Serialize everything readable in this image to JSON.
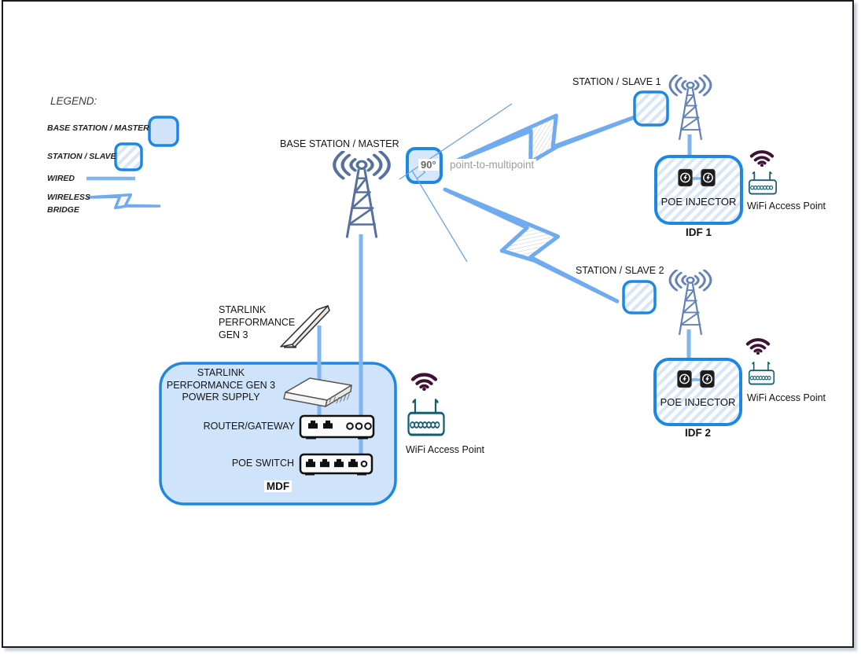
{
  "legend": {
    "title": "LEGEND:",
    "items": [
      {
        "label": "BASE STATION / MASTER",
        "symbol": "base-station-square"
      },
      {
        "label": "STATION / SLAVE",
        "symbol": "hatched-station-square"
      },
      {
        "label": "WIRED",
        "symbol": "blue-line"
      },
      {
        "label": "WIRELESS\nBRIDGE",
        "symbol": "lightning-bolt"
      }
    ]
  },
  "base_station": {
    "label": "BASE STATION / MASTER"
  },
  "annotation": {
    "angle": "90°",
    "link_label": "point-to-multipoint"
  },
  "stations": [
    {
      "label": "STATION / SLAVE 1",
      "idf": {
        "device_label": "POE INJECTOR",
        "name": "IDF 1"
      },
      "wifi_ap_label": "WiFi Access Point"
    },
    {
      "label": "STATION / SLAVE 2",
      "idf": {
        "device_label": "POE INJECTOR",
        "name": "IDF 2"
      },
      "wifi_ap_label": "WiFi Access Point"
    }
  ],
  "mdf": {
    "name": "MDF",
    "power_supply_label": "STARLINK\nPERFORMANCE GEN 3\nPOWER SUPPLY",
    "router_label": "ROUTER/GATEWAY",
    "switch_label": "POE SWITCH",
    "wifi_ap_label": "WiFi Access Point"
  },
  "dish": {
    "label": "STARLINK\nPERFORMANCE\nGEN 3"
  },
  "icons": [
    "radio-tower-icon",
    "wifi-icon",
    "access-point-icon",
    "poe-port-icon",
    "ethernet-port-icon",
    "lightning-bolt-icon",
    "starlink-dish-icon"
  ],
  "colors": {
    "accent_blue": "#1d87e4",
    "fill_blue": "#cfe3fa",
    "wire_blue": "#7fb5f3",
    "bolt_blue": "#70abf0",
    "tower_blue": "#56719f",
    "wifi_maroon": "#3f1135",
    "ap_teal": "#155e70",
    "gray_text": "#9c9c9c"
  }
}
